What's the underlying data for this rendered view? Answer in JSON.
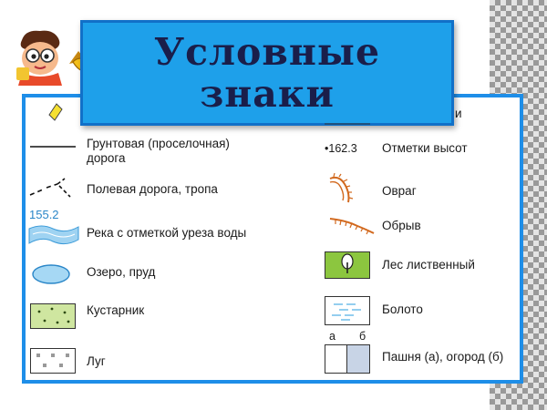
{
  "title": {
    "line1": "Условные",
    "line2": "знаки"
  },
  "legend": {
    "left": {
      "dirt_road": "Грунтовая (проселочная) дорога",
      "field_road": "Полевая дорога, тропа",
      "river_elevation_value": "155.2",
      "river": "Река с отметкой уреза воды",
      "lake": "Озеро, пруд",
      "shrub": "Кустарник",
      "meadow": "Луг"
    },
    "right": {
      "partial_label": "и",
      "height_mark_value": "•162.3",
      "height_mark": "Отметки высот",
      "ravine": "Овраг",
      "cliff": "Обрыв",
      "forest": "Лес лиственный",
      "swamp": "Болото",
      "field_a": "а",
      "field_b": "б",
      "field": "Пашня (а), огород (б)"
    }
  },
  "colors": {
    "banner": "#1ea0ea",
    "frame": "#1e8ee8",
    "water": "#9fd3f2",
    "shrub": "#cfe6a0",
    "forest": "#8cc63f",
    "ravine": "#d2691e"
  },
  "icons": [
    "teacher-owl-mascot-icon",
    "yellow-diamond-icon"
  ]
}
